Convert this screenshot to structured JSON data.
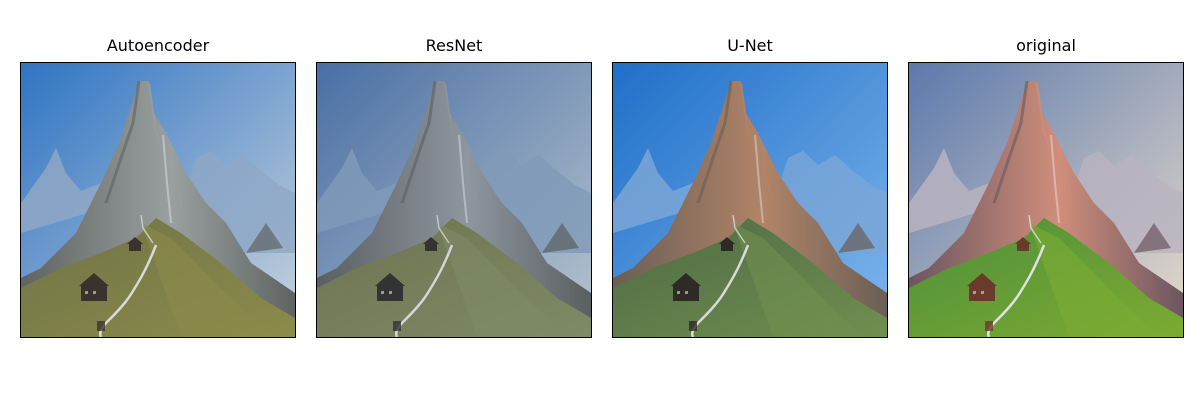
{
  "figure": {
    "panels": [
      {
        "title": "Autoencoder",
        "variant": "autoencoder"
      },
      {
        "title": "ResNet",
        "variant": "resnet"
      },
      {
        "title": "U-Net",
        "variant": "unet"
      },
      {
        "title": "original",
        "variant": "original"
      }
    ]
  },
  "palettes": {
    "autoencoder": {
      "sky_top": "#2f74c4",
      "sky_bottom": "#c9d3dc",
      "far": "#8fa7c6",
      "rock": "#5f6462",
      "rock_light": "#9aa0a0",
      "slope": "#6f7445",
      "grass": "#8c8b4d",
      "cabin": "#3a332d",
      "path": "#d9dbd8"
    },
    "resnet": {
      "sky_top": "#4a6fa4",
      "sky_bottom": "#b7c4cf",
      "far": "#7f9ab8",
      "rock": "#5a5f60",
      "rock_light": "#8e96a0",
      "slope": "#6f7350",
      "grass": "#7e8a66",
      "cabin": "#333333",
      "path": "#d2d6da"
    },
    "unet": {
      "sky_top": "#1f6fc8",
      "sky_bottom": "#7fb7ee",
      "far": "#7aa6d7",
      "rock": "#6a5e55",
      "rock_light": "#b18468",
      "slope": "#4f6a45",
      "grass": "#6f8f4f",
      "cabin": "#2e2b27",
      "path": "#d9dbd7"
    },
    "original": {
      "sky_top": "#5c79ac",
      "sky_bottom": "#e8dccb",
      "far": "#b9b3c1",
      "rock": "#6b5660",
      "rock_light": "#d08e7b",
      "slope": "#4e8f3a",
      "grass": "#7cab33",
      "cabin": "#6a3a2d",
      "path": "#dfe2e4"
    }
  }
}
